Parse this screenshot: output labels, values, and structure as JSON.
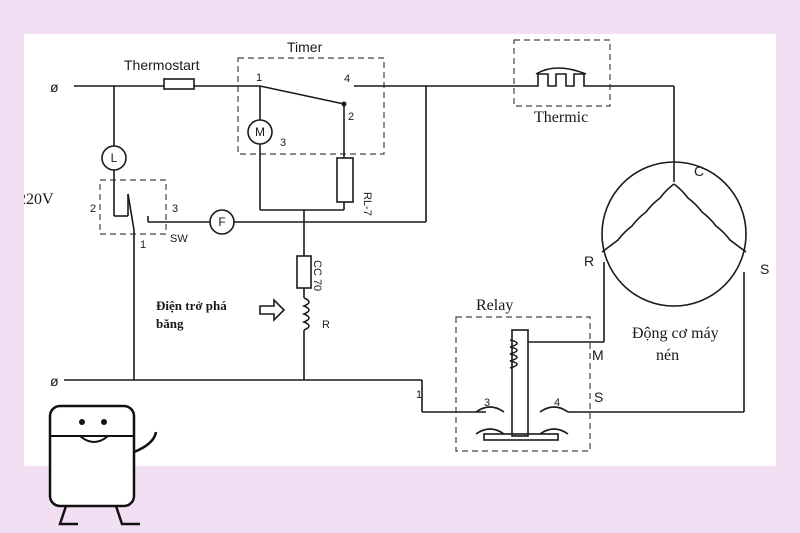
{
  "labels": {
    "thermostart": "Thermostart",
    "timer": "Timer",
    "thermic": "Thermic",
    "voltage": "220V",
    "lamp": "L",
    "motor": "M",
    "fan": "F",
    "switch": "SW",
    "rl7": "RL-7",
    "cc70": "CC 70",
    "r": "R",
    "relay": "Relay",
    "defrost_line1": "Điện trở phá",
    "defrost_line2": "băng",
    "motor_name_line1": "Động cơ máy",
    "motor_name_line2": "nén",
    "comp_c": "C",
    "comp_r": "R",
    "comp_s": "S",
    "relay_m": "M",
    "relay_s": "S",
    "phase_symbol": "ø",
    "neutral_symbol": "ø"
  },
  "terminals": {
    "timer_1": "1",
    "timer_2": "2",
    "timer_3": "3",
    "timer_4": "4",
    "sw_1": "1",
    "sw_2": "2",
    "sw_3": "3",
    "relay_1": "1",
    "relay_3": "3",
    "relay_4": "4"
  },
  "mascot": {
    "name": "fridge-mascot-icon"
  }
}
